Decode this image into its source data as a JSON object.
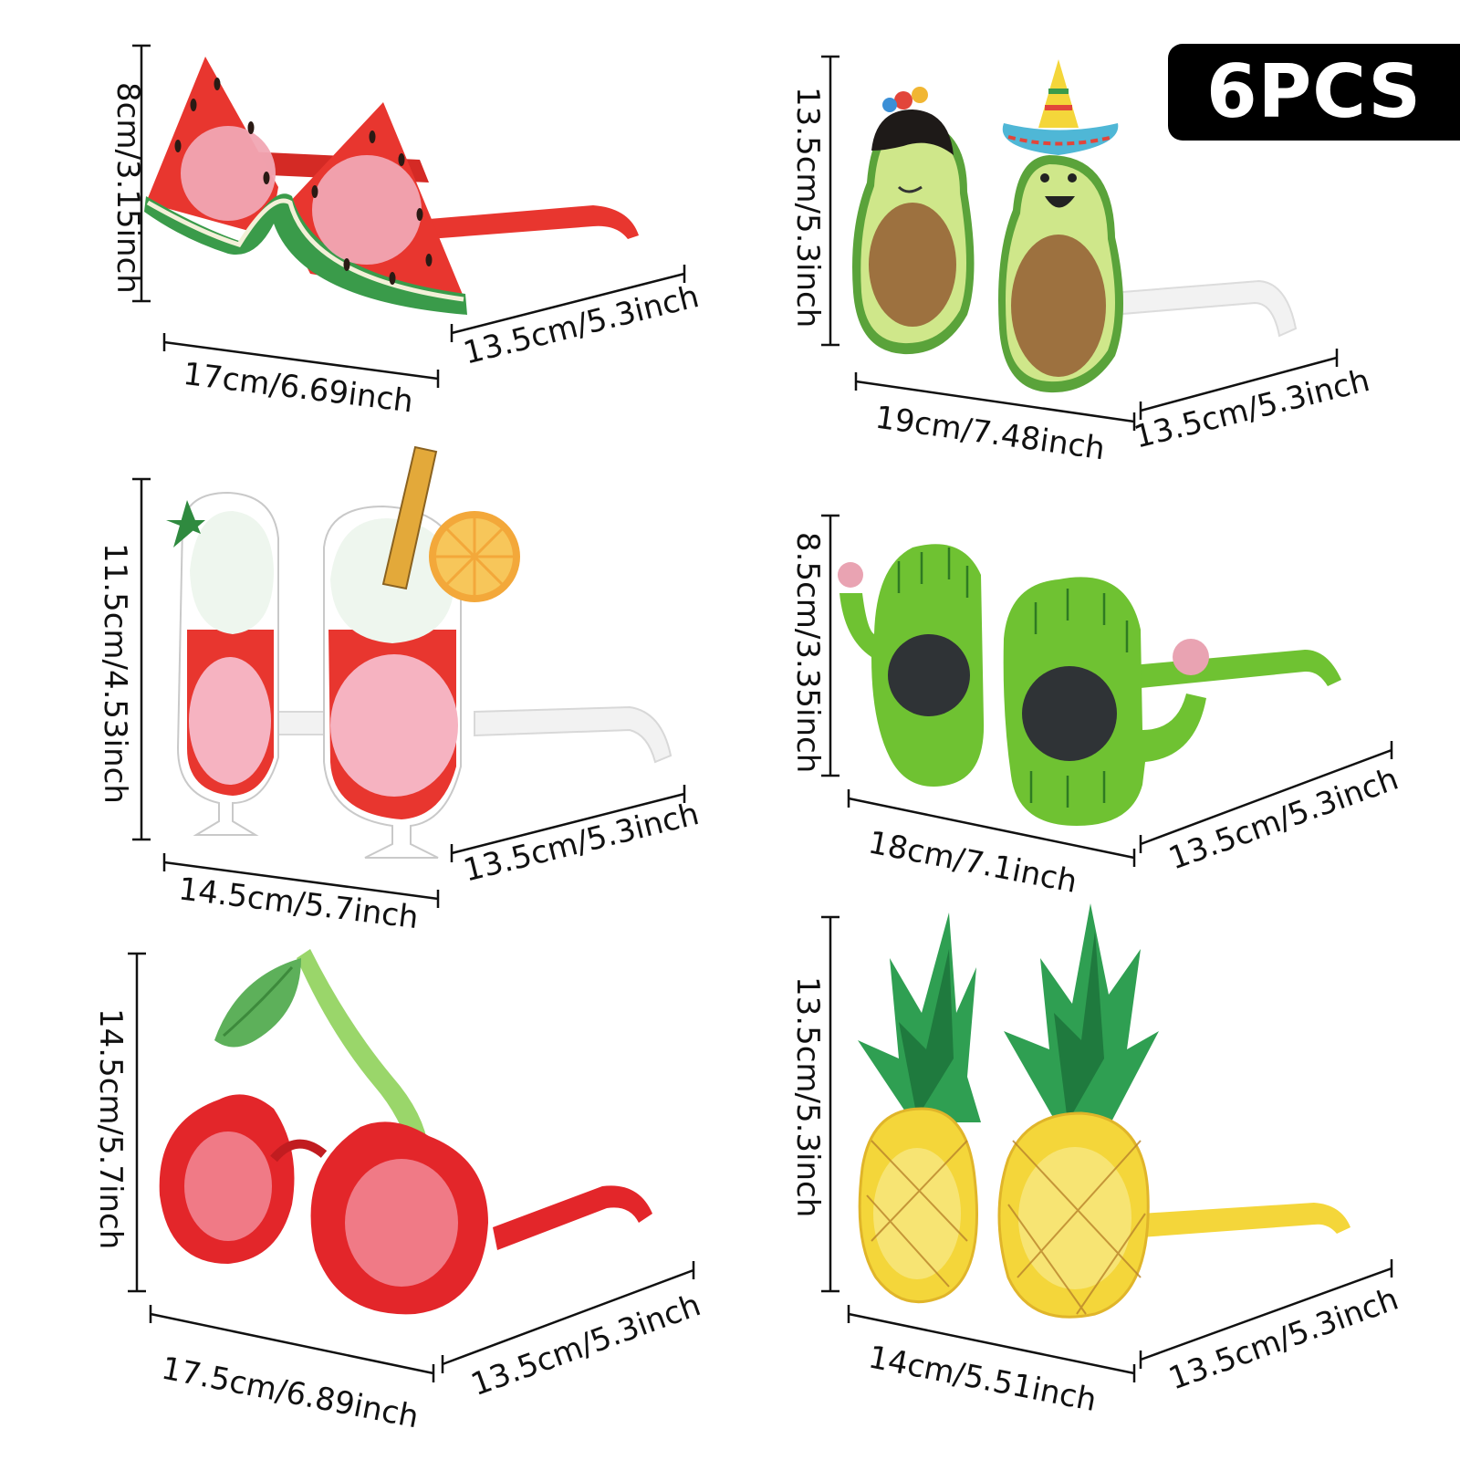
{
  "badge": {
    "text": "6PCS"
  },
  "colors": {
    "watermelon_red": "#e8362f",
    "rind_green": "#3a9b4a",
    "lens_pink": "#f1a7b3",
    "avocado_green": "#7cc24a",
    "pit_brown": "#9a6a3b",
    "cactus_green": "#6fc232",
    "lens_dark": "#2f3336",
    "cherry_red": "#e3262a",
    "pineapple_yellow": "#f4d63a",
    "leaf_green": "#2f9f52",
    "temple_white": "#f2f2f2",
    "badge_bg": "#000000",
    "badge_text": "#ffffff"
  },
  "products": [
    {
      "id": "watermelon",
      "icon": "watermelon-glasses-icon",
      "height": "8cm/3.15inch",
      "width": "17cm/6.69inch",
      "temple": "13.5cm/5.3inch"
    },
    {
      "id": "avocado",
      "icon": "avocado-glasses-icon",
      "height": "13.5cm/5.3inch",
      "width": "19cm/7.48inch",
      "temple": "13.5cm/5.3inch"
    },
    {
      "id": "cocktail",
      "icon": "cocktail-glasses-icon",
      "height": "11.5cm/4.53inch",
      "width": "14.5cm/5.7inch",
      "temple": "13.5cm/5.3inch"
    },
    {
      "id": "cactus",
      "icon": "cactus-glasses-icon",
      "height": "8.5cm/3.35inch",
      "width": "18cm/7.1inch",
      "temple": "13.5cm/5.3inch"
    },
    {
      "id": "cherry",
      "icon": "cherry-glasses-icon",
      "height": "14.5cm/5.7inch",
      "width": "17.5cm/6.89inch",
      "temple": "13.5cm/5.3inch"
    },
    {
      "id": "pineapple",
      "icon": "pineapple-glasses-icon",
      "height": "13.5cm/5.3inch",
      "width": "14cm/5.51inch",
      "temple": "13.5cm/5.3inch"
    }
  ]
}
